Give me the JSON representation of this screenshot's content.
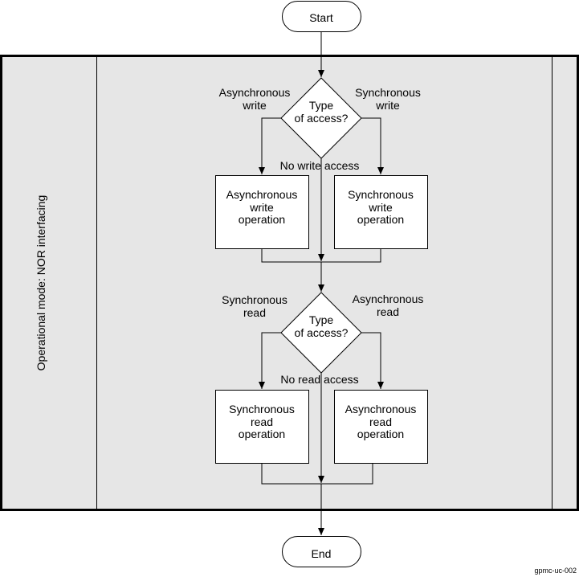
{
  "start_label": "Start",
  "end_label": "End",
  "lane_label": "Operational mode: NOR interfacing",
  "write_section": {
    "decision": [
      "Type",
      "of access?"
    ],
    "left_branch": [
      "Asynchronous",
      "write"
    ],
    "right_branch": [
      "Synchronous",
      "write"
    ],
    "bypass": "No write access",
    "left_op": [
      "Asynchronous",
      "write",
      "operation"
    ],
    "right_op": [
      "Synchronous",
      "write",
      "operation"
    ]
  },
  "read_section": {
    "decision": [
      "Type",
      "of access?"
    ],
    "left_branch": [
      "Synchronous",
      "read"
    ],
    "right_branch": [
      "Asynchronous",
      "read"
    ],
    "bypass": "No read access",
    "left_op": [
      "Synchronous",
      "read",
      "operation"
    ],
    "right_op": [
      "Asynchronous",
      "read",
      "operation"
    ]
  },
  "figure_id": "gpmc-uc-002",
  "colors": {
    "lane_fill": "#e6e6e6",
    "stroke": "#000000",
    "node_fill": "#ffffff"
  }
}
